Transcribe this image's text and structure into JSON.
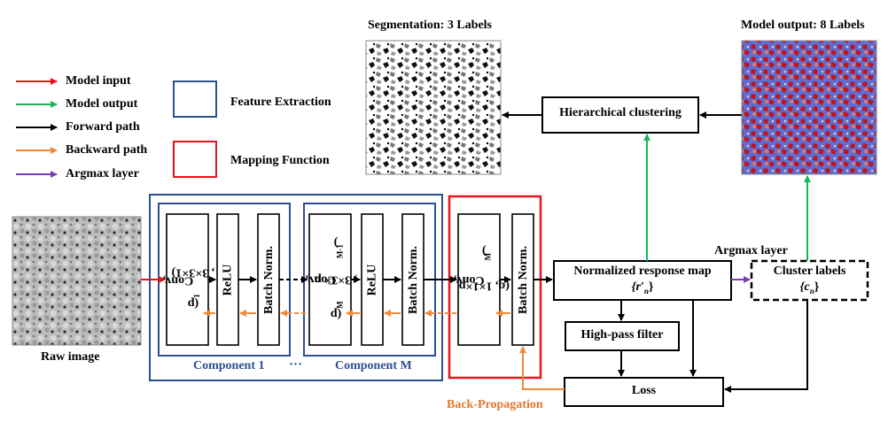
{
  "colors": {
    "model_input": "#e8141b",
    "model_output": "#19b75a",
    "forward": "#000000",
    "backward": "#f08a3c",
    "argmax": "#7c3fb2",
    "feature_extraction": "#2e4f8f",
    "mapping_function": "#e8141b",
    "component_label": "#2e4f8f",
    "backprop_label": "#e2772c"
  },
  "legend": {
    "items": [
      {
        "label": "Model input",
        "color": "#e8141b"
      },
      {
        "label": "Model output",
        "color": "#19b75a"
      },
      {
        "label": "Forward path",
        "color": "#000000"
      },
      {
        "label": "Backward path",
        "color": "#f08a3c"
      },
      {
        "label": "Argmax layer",
        "color": "#7c3fb2"
      }
    ],
    "feature_extraction": "Feature Extraction",
    "mapping_function": "Mapping Function"
  },
  "images": {
    "segmentation_title": "Segmentation: 3 Labels",
    "output_title": "Model output: 8 Labels",
    "raw_caption": "Raw image"
  },
  "blocks": {
    "conv1": {
      "line1": "Conv,",
      "line2": "(p",
      "sub2": "1",
      "tail2": ", 3×3×1)"
    },
    "relu1": "ReLU",
    "bn1": "Batch Norm.",
    "convM": {
      "line1": "Conv,",
      "line2": "(p",
      "sub2": "M",
      "tail2": ", 3×3× p",
      "sub3": "M-1",
      "tail3": ")"
    },
    "reluM": "ReLU",
    "bnM": "Batch Norm.",
    "convq": {
      "line1": "Conv,",
      "line2": "(q, 1×1×p",
      "sub2": "M",
      "tail2": ")"
    },
    "bnq": "Batch Norm."
  },
  "components": {
    "c1": "Component 1",
    "dots": "···",
    "cM": "Component M"
  },
  "nodes": {
    "hierarchical": "Hierarchical clustering",
    "normalized_title": "Normalized response map",
    "normalized_symbol": "{r′",
    "normalized_sub": "n",
    "normalized_close": "}",
    "cluster_title": "Cluster labels",
    "cluster_symbol": "{c",
    "cluster_sub": "n",
    "cluster_close": "}",
    "highpass": "High-pass filter",
    "loss": "Loss",
    "argmax_label": "Argmax layer",
    "backprop_label": "Back-Propagation"
  }
}
